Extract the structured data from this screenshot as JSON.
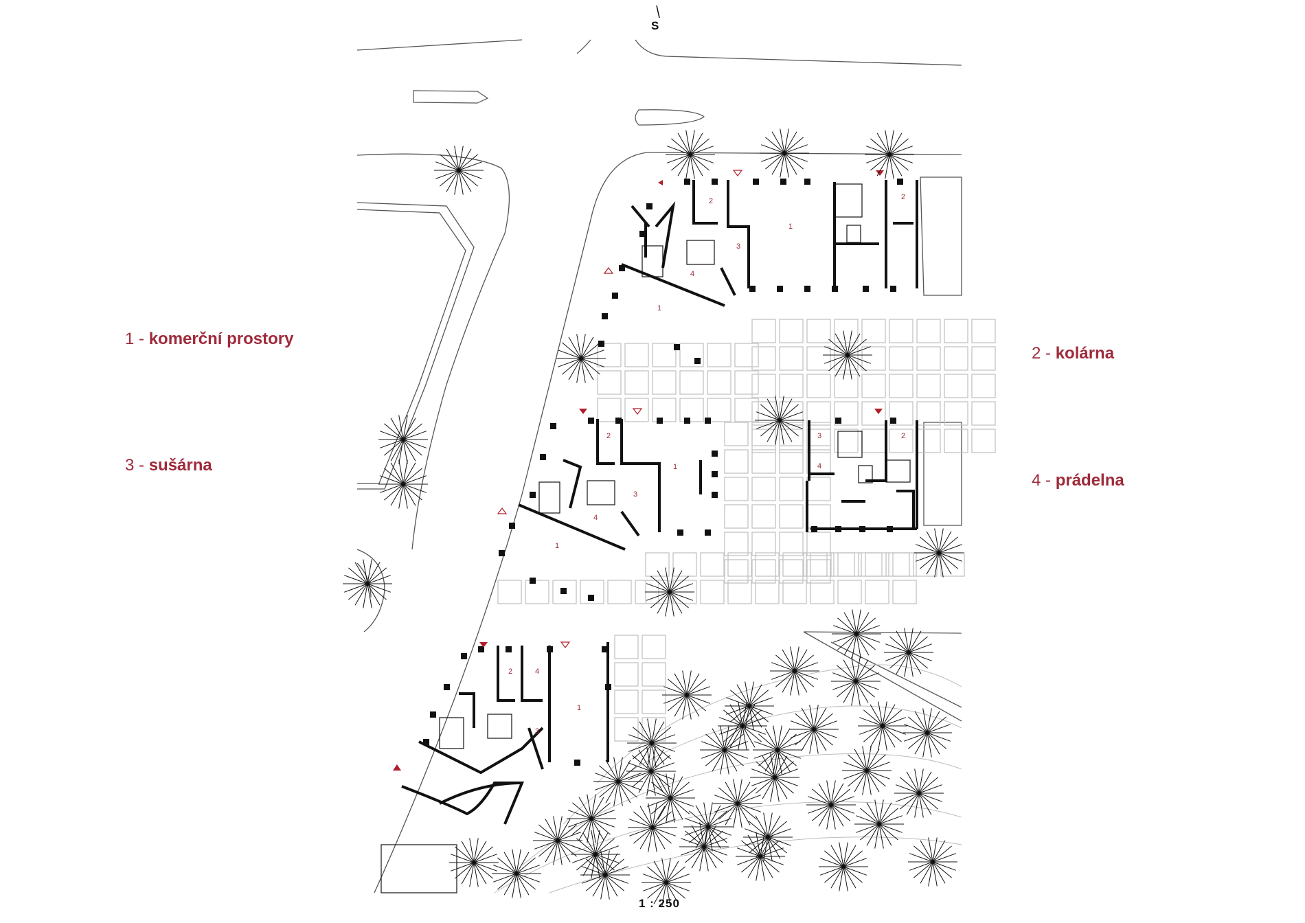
{
  "legend": [
    {
      "num": "1 - ",
      "label": "komerční prostory"
    },
    {
      "num": "2 - ",
      "label": "kolárna"
    },
    {
      "num": "3 - ",
      "label": "sušárna"
    },
    {
      "num": "4 - ",
      "label": "prádelna"
    }
  ],
  "north_label": "S",
  "scale_label": "1 : 250",
  "room_numbers": [
    "1",
    "2",
    "3",
    "4"
  ],
  "colors": {
    "accent": "#9e2a3a",
    "ink": "#111111",
    "line": "#444444",
    "grid": "#c8c8c8"
  },
  "icons": [
    "tree-icon",
    "entrance-triangle-icon",
    "north-arrow-icon",
    "stair-icon"
  ]
}
